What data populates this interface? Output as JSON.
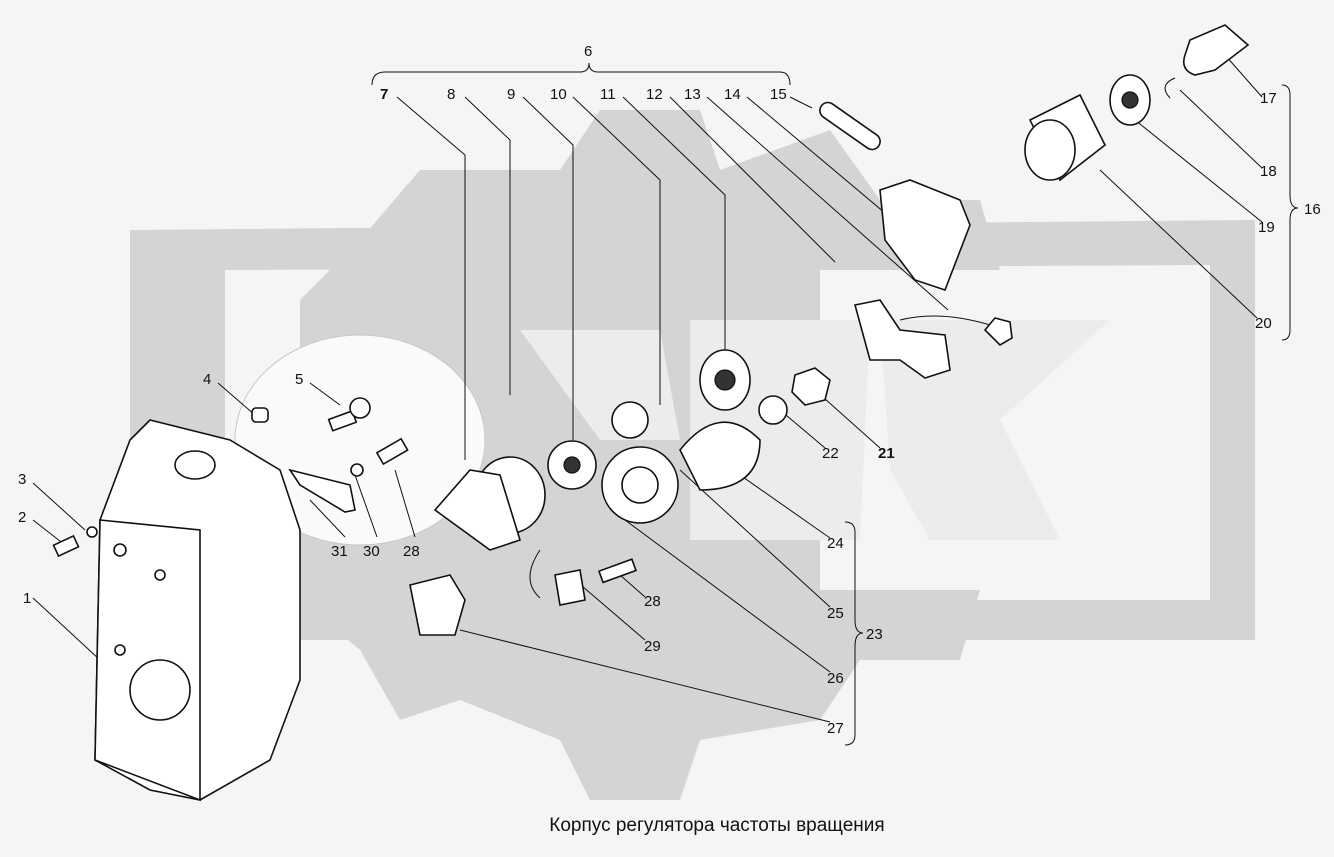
{
  "caption": "Корпус регулятора частоты вращения",
  "watermark": "OREX",
  "labels": {
    "p1": "1",
    "p2": "2",
    "p3": "3",
    "p4": "4",
    "p5": "5",
    "p6": "6",
    "p7": "7",
    "p8": "8",
    "p9": "9",
    "p10": "10",
    "p11": "11",
    "p12": "12",
    "p13": "13",
    "p14": "14",
    "p15": "15",
    "p16": "16",
    "p17": "17",
    "p18": "18",
    "p19": "19",
    "p20": "20",
    "p21": "21",
    "p22": "22",
    "p23": "23",
    "p24": "24",
    "p25": "25",
    "p26": "26",
    "p27": "27",
    "p28a": "28",
    "p28b": "28",
    "p29": "29",
    "p30": "30",
    "p31": "31"
  },
  "colors": {
    "background": "#f5f5f5",
    "watermark": "#d4d4d4",
    "ink": "#111111"
  }
}
